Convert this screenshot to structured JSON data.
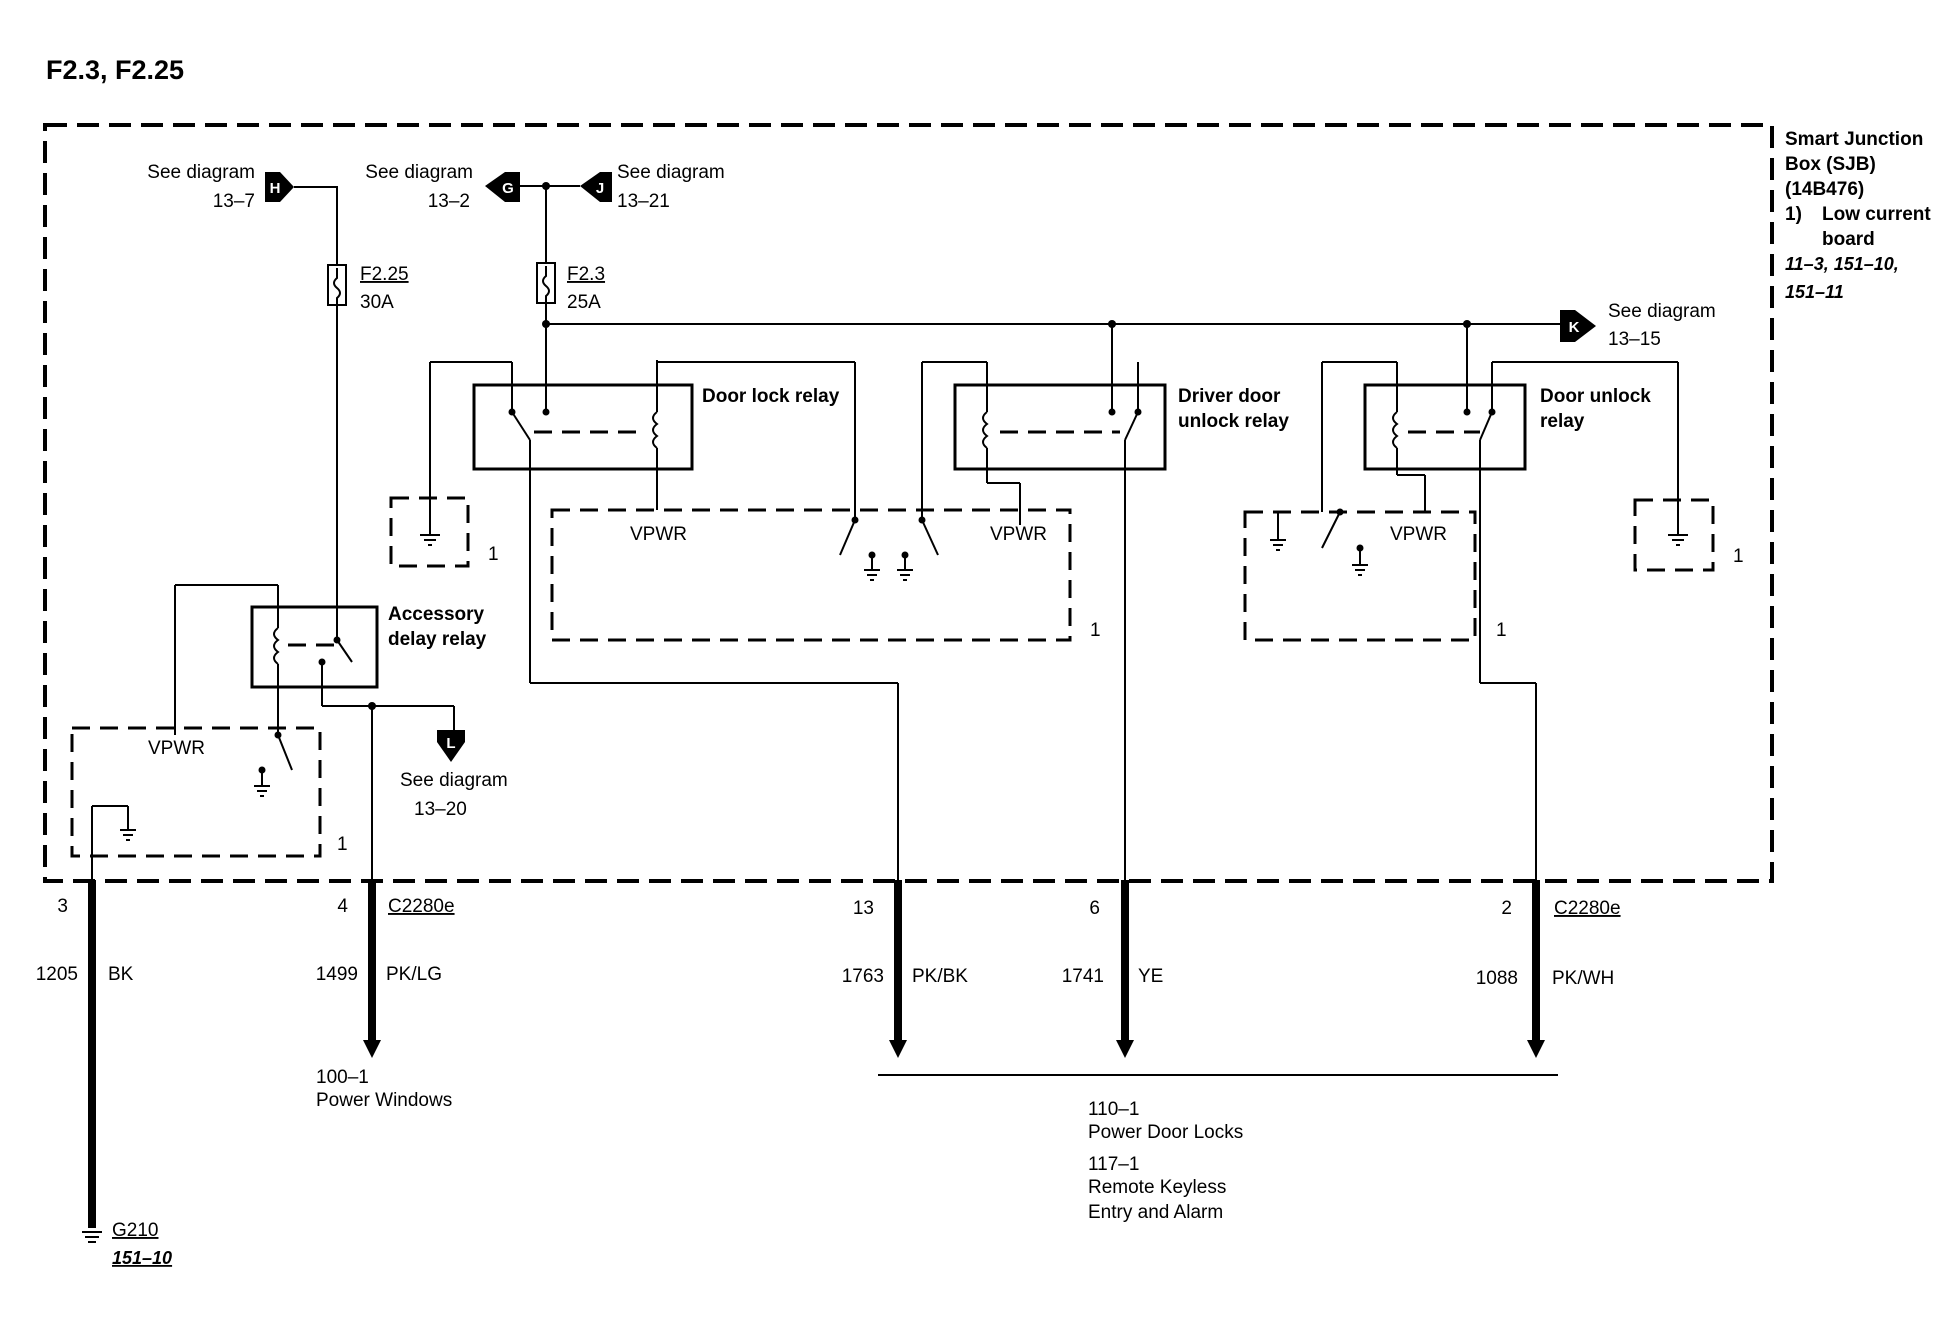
{
  "title": "F2.3, F2.25",
  "sjb": {
    "line1": "Smart Junction",
    "line2": "Box (SJB)",
    "line3": "(14B476)",
    "note_num": "1)",
    "note_line1": "Low current",
    "note_line2": "board",
    "ref_line1": "11–3, 151–10,",
    "ref_line2": "151–11"
  },
  "refs": {
    "h": {
      "letter": "H",
      "text": "See diagram",
      "num": "13–7"
    },
    "g": {
      "letter": "G",
      "text": "See diagram",
      "num": "13–2"
    },
    "j": {
      "letter": "J",
      "text": "See diagram",
      "num": "13–21"
    },
    "k": {
      "letter": "K",
      "text": "See diagram",
      "num": "13–15"
    },
    "l": {
      "letter": "L",
      "text": "See diagram",
      "num": "13–20"
    }
  },
  "fuses": {
    "f225": {
      "name": "F2.25",
      "rating": "30A"
    },
    "f23": {
      "name": "F2.3",
      "rating": "25A"
    }
  },
  "relays": {
    "door_lock": "Door lock relay",
    "driver_unlock_1": "Driver door",
    "driver_unlock_2": "unlock relay",
    "door_unlock_1": "Door unlock",
    "door_unlock_2": "relay",
    "accessory_1": "Accessory",
    "accessory_2": "delay relay"
  },
  "modules": {
    "vpwr": "VPWR",
    "note_marker": "1"
  },
  "connector": "C2280e",
  "pins": [
    {
      "pin": "3",
      "circuit": "1205",
      "color": "BK"
    },
    {
      "pin": "4",
      "circuit": "1499",
      "color": "PK/LG"
    },
    {
      "pin": "13",
      "circuit": "1763",
      "color": "PK/BK"
    },
    {
      "pin": "6",
      "circuit": "1741",
      "color": "YE"
    },
    {
      "pin": "2",
      "circuit": "1088",
      "color": "PK/WH"
    }
  ],
  "destinations": {
    "pw_num": "100–1",
    "pw_name": "Power Windows",
    "pdl_num": "110–1",
    "pdl_name": "Power Door Locks",
    "rke_num": "117–1",
    "rke_name1": "Remote Keyless",
    "rke_name2": "Entry and Alarm",
    "ground": "G210",
    "ground_ref": "151–10"
  }
}
